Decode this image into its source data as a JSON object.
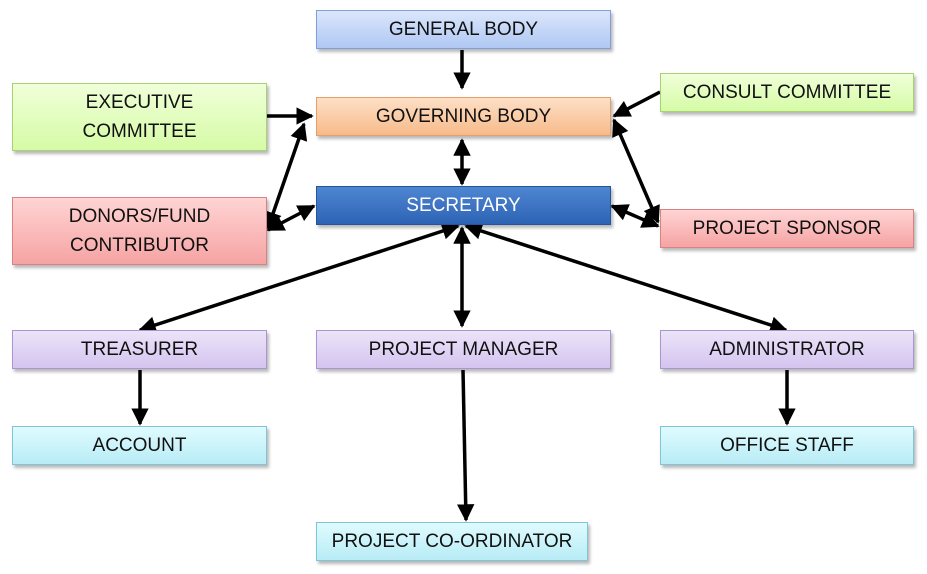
{
  "nodes": {
    "general_body": "GENERAL BODY",
    "governing_body": "GOVERNING BODY",
    "executive_committee": "EXECUTIVE\nCOMMITTEE",
    "consult_committee": "CONSULT COMMITTEE",
    "secretary": "SECRETARY",
    "donors": "DONORS/FUND\nCONTRIBUTOR",
    "project_sponsor": "PROJECT SPONSOR",
    "treasurer": "TREASURER",
    "project_manager": "PROJECT  MANAGER",
    "administrator": "ADMINISTRATOR",
    "account": "ACCOUNT",
    "office_staff": "OFFICE STAFF",
    "project_coordinator": "PROJECT CO-ORDINATOR"
  },
  "connections": [
    {
      "from": "general_body",
      "to": "governing_body",
      "direction": "forward"
    },
    {
      "from": "executive_committee",
      "to": "governing_body",
      "direction": "forward"
    },
    {
      "from": "consult_committee",
      "to": "governing_body",
      "direction": "forward"
    },
    {
      "from": "governing_body",
      "to": "secretary",
      "direction": "both"
    },
    {
      "from": "donors",
      "to": "governing_body",
      "direction": "both"
    },
    {
      "from": "donors",
      "to": "secretary",
      "direction": "both"
    },
    {
      "from": "governing_body",
      "to": "project_sponsor",
      "direction": "both"
    },
    {
      "from": "secretary",
      "to": "project_sponsor",
      "direction": "both"
    },
    {
      "from": "secretary",
      "to": "treasurer",
      "direction": "both"
    },
    {
      "from": "secretary",
      "to": "project_manager",
      "direction": "both"
    },
    {
      "from": "secretary",
      "to": "administrator",
      "direction": "both"
    },
    {
      "from": "treasurer",
      "to": "account",
      "direction": "forward"
    },
    {
      "from": "administrator",
      "to": "office_staff",
      "direction": "forward"
    },
    {
      "from": "project_manager",
      "to": "project_coordinator",
      "direction": "forward"
    }
  ],
  "colors": {
    "arrow": "#000000",
    "level_top": "#b0c8f3",
    "governing": "#f7bb8a",
    "committee": "#d6fba6",
    "funding": "#f6a3a3",
    "secretary": "#2d63b4",
    "officers": "#d4c4ef",
    "staff": "#b8ecf6"
  }
}
